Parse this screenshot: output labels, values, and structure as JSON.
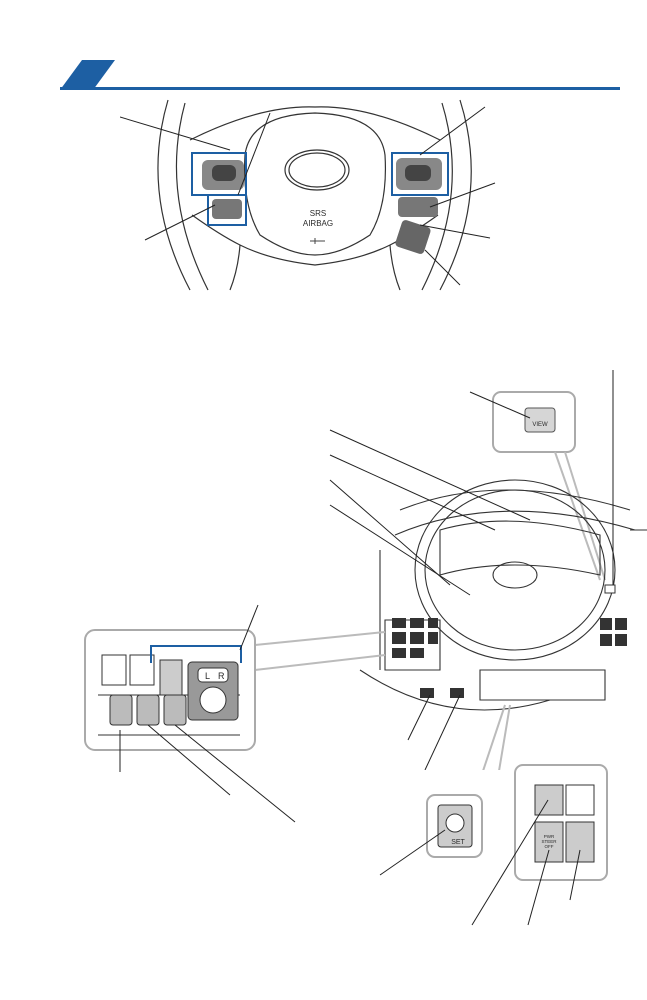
{
  "header": {
    "accent_color": "#1d5fa3",
    "rule_color": "#1d5fa3"
  },
  "steering_wheel": {
    "srs_label": "SRS",
    "airbag_label": "AIRBAG"
  },
  "dash_view_panel": {
    "view_label": "VIEW"
  },
  "left_panel": {
    "l_label": "L",
    "r_label": "R"
  },
  "set_button": {
    "label": "SET"
  },
  "right_panel": {
    "pwr_lines": [
      "PWR",
      "STEER",
      "OFF"
    ]
  }
}
